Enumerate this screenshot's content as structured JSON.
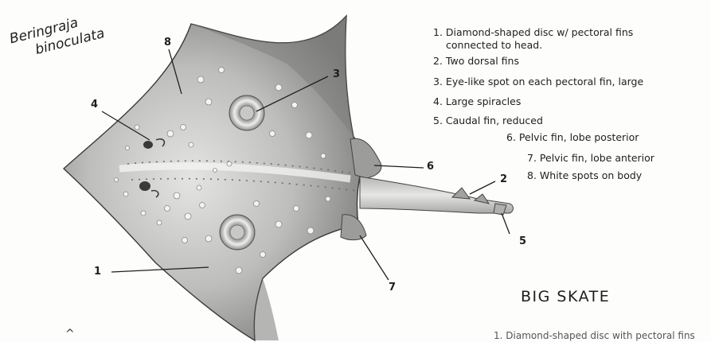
{
  "species_name": {
    "line1": "Beringraja",
    "line2": "binoculata"
  },
  "common_name": "BIG SKATE",
  "legend": [
    {
      "number": "1.",
      "text": "Diamond-shaped disc w/ pectoral fins"
    },
    {
      "number": "",
      "text": "connected to head."
    },
    {
      "number": "2.",
      "text": "Two dorsal fins"
    },
    {
      "number": "3.",
      "text": "Eye-like spot on each pectoral fin, large"
    },
    {
      "number": "4.",
      "text": "Large spiracles"
    },
    {
      "number": "5.",
      "text": "Caudal fin, reduced"
    },
    {
      "number": "6.",
      "text": "Pelvic fin, lobe posterior"
    },
    {
      "number": "7.",
      "text": "Pelvic fin, lobe anterior"
    },
    {
      "number": "8.",
      "text": "White spots on body"
    }
  ],
  "callout_numbers": [
    "1",
    "2",
    "3",
    "4",
    "5",
    "6",
    "7",
    "8"
  ],
  "cut_off_text": {
    "right": "1. Diamond-shaped disc with pectoral fins",
    "left": "^"
  },
  "colors": {
    "ink": "#1e1e1e",
    "body_shade": "#9a9a9a",
    "paper": "#fdfdfb"
  }
}
